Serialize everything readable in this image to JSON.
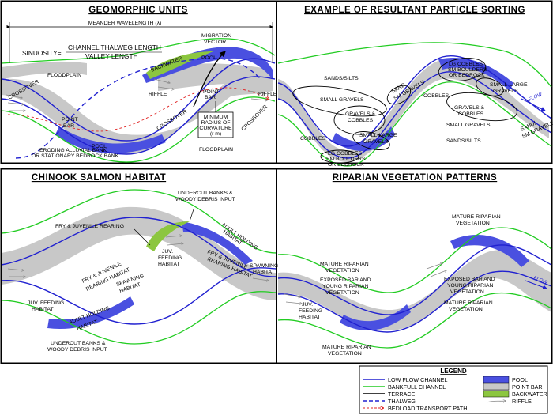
{
  "colors": {
    "low_flow_channel": "#2020d0",
    "bankfull_channel": "#22cc22",
    "terrace": "#000000",
    "thalweg": "#2020d0",
    "bedload": "#e02020",
    "pool": "#4a50e0",
    "point_bar": "#c8c8c8",
    "backwater": "#8cc63f",
    "riffle": "#8a8a8a"
  },
  "panels": {
    "geomorphic": {
      "title": "GEOMORPHIC UNITS",
      "wavelength": "MEANDER WAVELENGTH (λ)",
      "sinuosity": "SINUOSITY=",
      "sinuosity_num": "CHANNEL THALWEG LENGTH",
      "sinuosity_den": "VALLEY LENGTH",
      "migration": "MIGRATION",
      "vector": "VECTOR",
      "floodplain_top": "FLOODPLAIN",
      "floodplain_bottom": "FLOODPLAIN",
      "backwater": "BACKWATER",
      "pool_top": "POOL",
      "pool_bottom": "POOL",
      "riffle_left": "RIFFLE",
      "riffle_right": "RIFFLE",
      "point_bar_left_1": "POINT",
      "point_bar_left_2": "BAR",
      "point_bar_right_1": "POINT",
      "point_bar_right_2": "BAR",
      "crossover_left": "CROSSOVER",
      "crossover_mid": "CROSSOVER",
      "crossover_right": "CROSSOVER",
      "min_radius_1": "MINIMUM",
      "min_radius_2": "RADIUS OF",
      "min_radius_3": "CURVATURE",
      "min_radius_4": "(r m)",
      "eroding_1": "ERODING ALLUVIAL BANK",
      "eroding_2": "OR STATIONARY BEDROCK BANK"
    },
    "sorting": {
      "title": "EXAMPLE OF RESULTANT PARTICLE SORTING",
      "sands_top": "SANDS/SILTS",
      "small_gravels_top": "SMALL GRAVELS",
      "gravels_cobbles_1": "GRAVELS &",
      "gravels_cobbles_2": "COBBLES",
      "cobbles_left": "COBBLES",
      "small_large_1": "SMALL-LARGE",
      "small_large_2": "GRAVELS",
      "lg_bottom_1": "LG COBBLES",
      "lg_bottom_2": "SM BOULDERS",
      "lg_bottom_3": "OR BEDROCK",
      "sand_sm_1": "SAND",
      "sand_sm_2": "SM GRAVELS",
      "lg_top_1": "LG COBBLES",
      "lg_top_2": "SM BOULDERS",
      "lg_top_3": "OR BEDROCK",
      "cobbles_right": "COBBLES",
      "small_large_r_1": "SMALL-LARGE",
      "small_large_r_2": "GRAVELS",
      "gravels_cobbles_r_1": "GRAVELS &",
      "gravels_cobbles_r_2": "COBBLES",
      "small_gravels_bottom": "SMALL GRAVELS",
      "sands_bottom": "SANDS/SILTS",
      "sand_right_1": "SAND/",
      "sand_right_2": "SM GRAVELS",
      "flow": "FLOW"
    },
    "salmon": {
      "title": "CHINOOK SALMON HABITAT",
      "fry_rearing": "FRY & JUVENILE REARING",
      "undercut_top_1": "UNDERCUT BANKS &",
      "undercut_top_2": "WOODY DEBRIS INPUT",
      "adult_holding_top_1": "ADULT HOLDING",
      "adult_holding_top_2": "HABITAT",
      "juv_feeding_top_1": "JUV.",
      "juv_feeding_top_2": "FEEDING",
      "juv_feeding_top_3": "HABITAT",
      "fry_juv_right_1": "FRY & JUVENILE",
      "fry_juv_right_2": "REARING HABITAT",
      "spawning_right_1": "SPAWNING",
      "spawning_right_2": "HABITAT",
      "fry_juv_left_1": "FRY & JUVENILE",
      "fry_juv_left_2": "REARING HABITAT",
      "spawning_left_1": "SPAWNING",
      "spawning_left_2": "HABITAT",
      "juv_feeding_left_1": "JUV. FEEDING",
      "juv_feeding_left_2": "HABITAT",
      "adult_holding_bottom_1": "ADULT HOLDING",
      "adult_holding_bottom_2": "HABITAT",
      "undercut_bottom_1": "UNDERCUT BANKS &",
      "undercut_bottom_2": "WOODY DEBRIS INPUT"
    },
    "riparian": {
      "title": "RIPARIAN VEGETATION PATTERNS",
      "mature_tl_1": "MATURE RIPARIAN",
      "mature_tl_2": "VEGETATION",
      "exposed_l_1": "EXPOSED BAR AND",
      "exposed_l_2": "YOUNG RIPARIAN",
      "exposed_l_3": "VEGETATION",
      "juv_feeding_1": "JUV.",
      "juv_feeding_2": "FEEDING",
      "juv_feeding_3": "HABITAT",
      "mature_bottom_1": "MATURE RIPARIAN",
      "mature_bottom_2": "VEGETATION",
      "mature_tr_1": "MATURE RIPARIAN",
      "mature_tr_2": "VEGETATION",
      "exposed_r_1": "EXPOSED BAR AND",
      "exposed_r_2": "YOUNG RIPARIAN",
      "exposed_r_3": "VEGETATION",
      "mature_r_1": "MATURE RIPARIAN",
      "mature_r_2": "VEGETATION",
      "flow": "FLOW"
    }
  },
  "legend": {
    "title": "LEGEND",
    "low_flow": "LOW FLOW CHANNEL",
    "bankfull": "BANKFULL CHANNEL",
    "terrace": "TERRACE",
    "thalweg": "THALWEG",
    "bedload": "BEDLOAD TRANSPORT PATH",
    "pool": "POOL",
    "point_bar": "POINT BAR",
    "backwater": "BACKWATER",
    "riffle": "RIFFLE"
  }
}
